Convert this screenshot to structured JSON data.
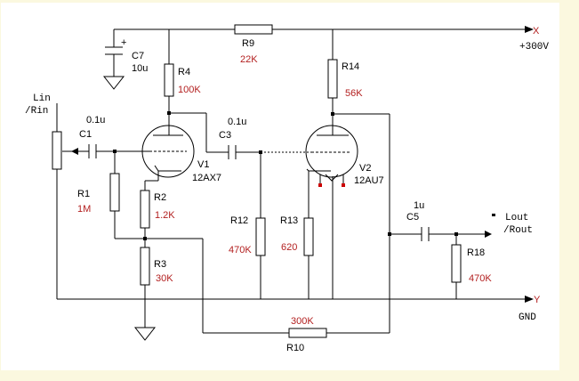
{
  "colors": {
    "frame": "#fbf8df",
    "sheet": "#ffffff",
    "wire": "#000000",
    "value": "#b32020",
    "pin": "#cc0000"
  },
  "components": {
    "c7": {
      "ref": "C7",
      "value": "10u",
      "plus": "+"
    },
    "r4": {
      "ref": "R4",
      "value": "100K"
    },
    "r9": {
      "ref": "R9",
      "value": "22K"
    },
    "r14": {
      "ref": "R14",
      "value": "56K"
    },
    "c1": {
      "ref": "C1",
      "value": "0.1u"
    },
    "c3": {
      "ref": "C3",
      "value": "0.1u"
    },
    "v1": {
      "ref": "V1",
      "type": "12AX7"
    },
    "v2": {
      "ref": "V2",
      "type": "12AU7"
    },
    "r1": {
      "ref": "R1",
      "value": "1M"
    },
    "r2": {
      "ref": "R2",
      "value": "1.2K"
    },
    "r3": {
      "ref": "R3",
      "value": "30K"
    },
    "r12": {
      "ref": "R12",
      "value": "470K"
    },
    "r13": {
      "ref": "R13",
      "value": "620"
    },
    "c5": {
      "ref": "C5",
      "value": "1u"
    },
    "r18": {
      "ref": "R18",
      "value": "470K"
    },
    "r10": {
      "ref": "R10",
      "value": "300K"
    }
  },
  "ports": {
    "x": {
      "letter": "X",
      "label": "+300V"
    },
    "y": {
      "letter": "Y",
      "label": "GND"
    },
    "input": {
      "line1": "Lin",
      "line2": "/Rin"
    },
    "output": {
      "line1": "Lout",
      "line2": "/Rout"
    }
  }
}
